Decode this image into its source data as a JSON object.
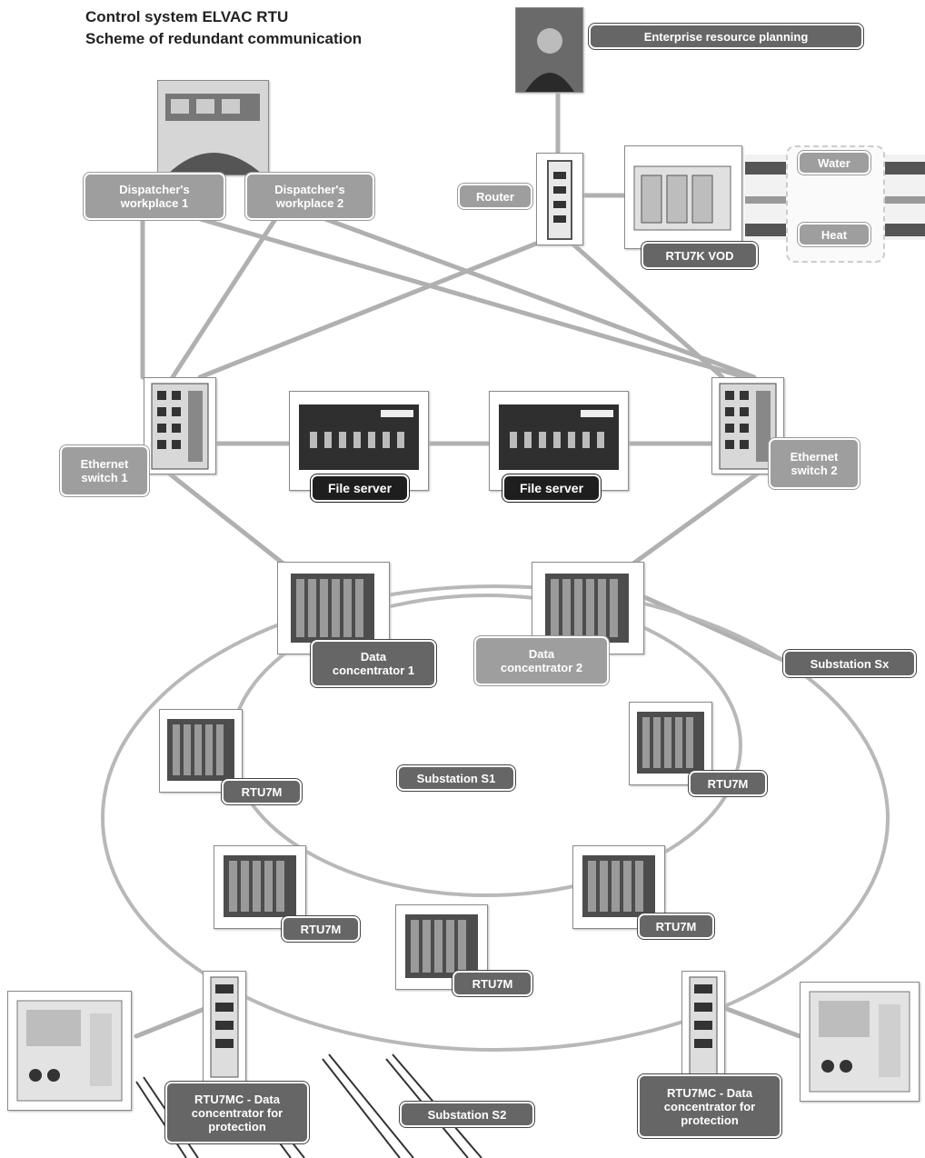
{
  "header": {
    "line1": "Control system ELVAC RTU",
    "line2": "Scheme of redundant communication"
  },
  "nodes": {
    "erp": "Enterprise resource planning",
    "workplace1": "Dispatcher's\nworkplace 1",
    "workplace2": "Dispatcher's\nworkplace 2",
    "router": "Router",
    "water": "Water",
    "heat": "Heat",
    "rtu7k": "RTU7K VOD",
    "ethernet1": "Ethernet\nswitch 1",
    "fileserver1": "File server",
    "fileserver2": "File server",
    "ethernet2": "Ethernet\nswitch 2",
    "concentrator1": "Data\nconcentrator 1",
    "concentrator2": "Data\nconcentrator 2",
    "substation_sx": "Substation Sx",
    "substation_s1": "Substation S1",
    "rtu7m_left": "RTU7M",
    "rtu7m_right": "RTU7M",
    "rtu7m_midleft": "RTU7M",
    "rtu7m_center": "RTU7M",
    "rtu7m_midright": "RTU7M",
    "rtu7mc_left": "RTU7MC - Data\nconcentrator for\nprotection",
    "rtu7mc_right": "RTU7MC - Data\nconcentrator for\nprotection",
    "substation_s2": "Substation S2"
  }
}
